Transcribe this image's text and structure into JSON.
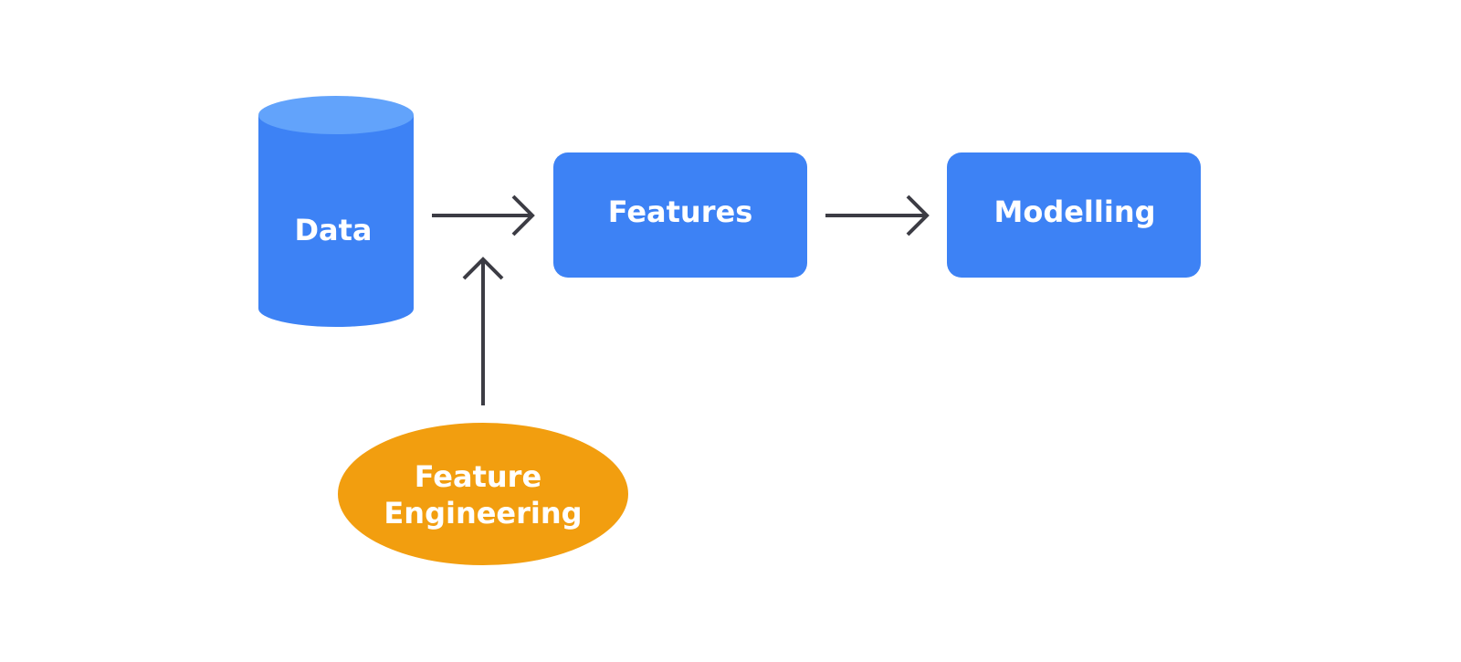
{
  "diagram": {
    "nodes": {
      "data": {
        "label": "Data",
        "shape": "cylinder"
      },
      "features": {
        "label": "Features",
        "shape": "rounded-rectangle"
      },
      "modelling": {
        "label": "Modelling",
        "shape": "rounded-rectangle"
      },
      "feature_engineering": {
        "label": "Feature Engineering",
        "label_lines": [
          "Feature",
          "Engineering"
        ],
        "shape": "ellipse"
      }
    },
    "edges": [
      {
        "from": "data",
        "to": "features"
      },
      {
        "from": "features",
        "to": "modelling"
      },
      {
        "from": "feature_engineering",
        "to": "data-to-features-edge"
      }
    ],
    "colors": {
      "node_blue": "#3d82f5",
      "cylinder_top": "#62a3fb",
      "feature_engineering_orange": "#f29e0f",
      "arrow": "#3c3c44",
      "label_text": "#ffffff",
      "background": "#ffffff"
    }
  }
}
